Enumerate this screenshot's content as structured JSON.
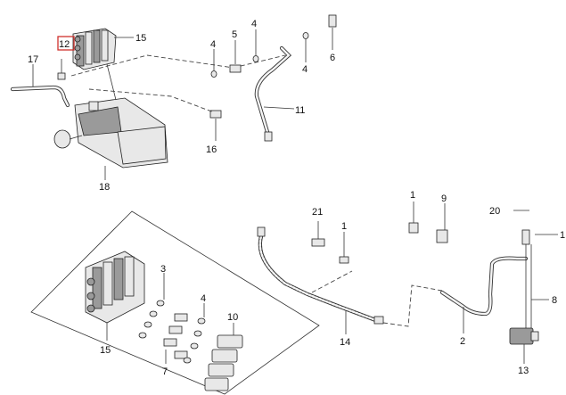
{
  "callouts": [
    {
      "id": "c1a",
      "text": "1"
    },
    {
      "id": "c1b",
      "text": "1"
    },
    {
      "id": "c1c",
      "text": "1"
    },
    {
      "id": "c2",
      "text": "2"
    },
    {
      "id": "c3",
      "text": "3"
    },
    {
      "id": "c4a",
      "text": "4"
    },
    {
      "id": "c4b",
      "text": "4"
    },
    {
      "id": "c4c",
      "text": "4"
    },
    {
      "id": "c4d",
      "text": "4"
    },
    {
      "id": "c5",
      "text": "5"
    },
    {
      "id": "c6",
      "text": "6"
    },
    {
      "id": "c7",
      "text": "7"
    },
    {
      "id": "c8",
      "text": "8"
    },
    {
      "id": "c9",
      "text": "9"
    },
    {
      "id": "c10",
      "text": "10"
    },
    {
      "id": "c11",
      "text": "11"
    },
    {
      "id": "c12",
      "text": "12",
      "highlighted": true
    },
    {
      "id": "c13",
      "text": "13"
    },
    {
      "id": "c14",
      "text": "14"
    },
    {
      "id": "c15a",
      "text": "15"
    },
    {
      "id": "c15b",
      "text": "15"
    },
    {
      "id": "c16",
      "text": "16"
    },
    {
      "id": "c17",
      "text": "17"
    },
    {
      "id": "c18",
      "text": "18"
    },
    {
      "id": "c20",
      "text": "20"
    },
    {
      "id": "c21",
      "text": "21"
    }
  ],
  "colors": {
    "line": "#333333",
    "highlight": "#d0312d",
    "background": "#ffffff"
  }
}
